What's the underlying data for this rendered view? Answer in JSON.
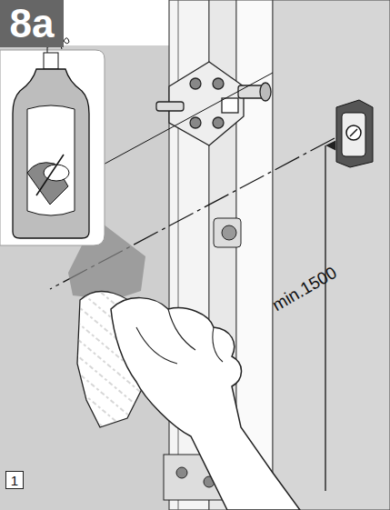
{
  "diagram": {
    "nodes": [
      {
        "text": [
          "8a"
        ]
      },
      {
        "text": [
          "1"
        ]
      }
    ],
    "labels": [
      "min.1500"
    ]
  }
}
